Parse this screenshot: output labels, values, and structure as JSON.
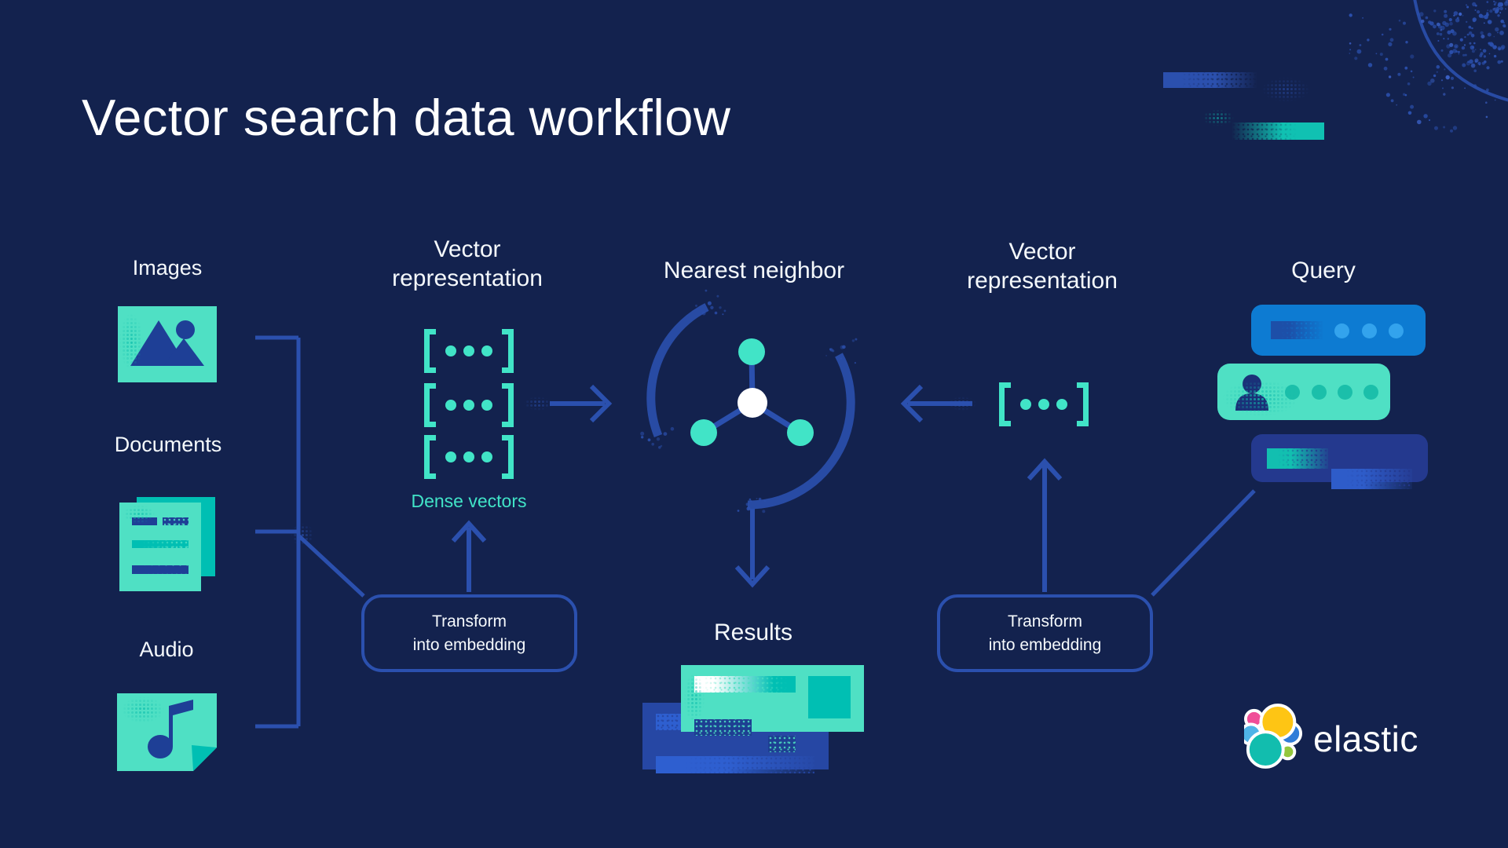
{
  "page": {
    "title": "Vector search data workflow"
  },
  "sources": [
    {
      "label": "Images",
      "icon": "image-icon"
    },
    {
      "label": "Documents",
      "icon": "document-icon"
    },
    {
      "label": "Audio",
      "icon": "audio-note-icon"
    }
  ],
  "left_stage": {
    "title": "Vector representation",
    "caption": "Dense vectors",
    "vector_rows": 3
  },
  "center_stage": {
    "title": "Nearest neighbor",
    "icon": "nearest-neighbor-graph-icon"
  },
  "results_stage": {
    "title": "Results",
    "icon": "result-cards-icon"
  },
  "right_stage": {
    "title": "Vector representation",
    "vector_rows": 1
  },
  "query_stage": {
    "title": "Query",
    "icon": "query-rows-icon"
  },
  "transform_left": {
    "line1": "Transform",
    "line2": "into embedding"
  },
  "transform_right": {
    "line1": "Transform",
    "line2": "into embedding"
  },
  "brand": {
    "wordmark": "elastic",
    "icon": "elastic-logo"
  },
  "colors": {
    "background": "#13224E",
    "mint": "#4FE0C4",
    "teal_dark": "#00BFB3",
    "line_blue": "#2B50AE",
    "icon_navy": "#1E3F96",
    "query_blue": "#0D7BD2",
    "query_dot_blue": "#33A3ED",
    "deep_row_blue": "#24398E",
    "back_card_blue": "#2647A4",
    "white": "#FFFFFF",
    "logo_yellow": "#FEC514",
    "logo_pink": "#F04E98",
    "logo_lightblue": "#4FB4E8",
    "logo_blue": "#2F7CD8",
    "logo_green": "#93C73C",
    "logo_teal": "#12BDAE"
  }
}
